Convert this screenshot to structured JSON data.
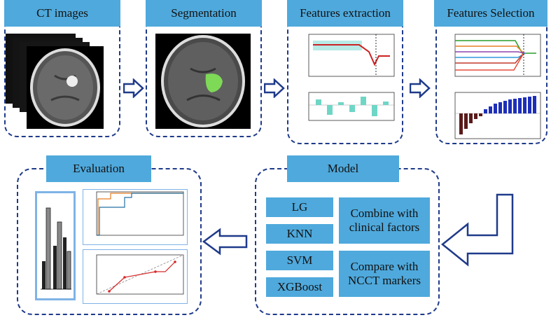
{
  "stages": {
    "ct_images": "CT images",
    "segmentation": "Segmentation",
    "features_extraction": "Features extraction",
    "features_selection": "Features Selection",
    "model": "Model",
    "evaluation": "Evaluation"
  },
  "models": [
    "LG",
    "KNN",
    "SVM",
    "XGBoost"
  ],
  "actions": [
    "Combine with clinical factors",
    "Compare with NCCT markers"
  ],
  "colors": {
    "header": "#4fa9dc",
    "border": "#1f3a8a",
    "arrow": "#1f3a8a"
  }
}
